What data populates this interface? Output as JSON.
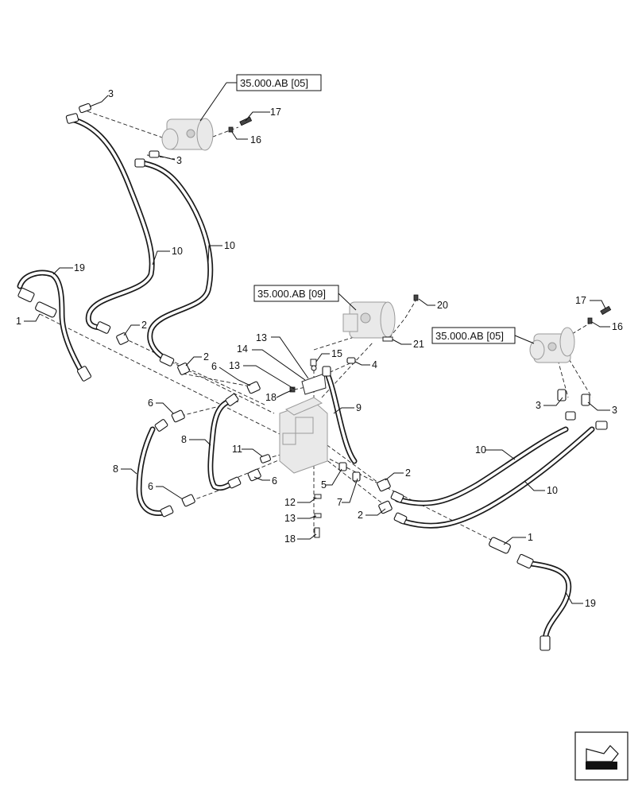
{
  "references": {
    "ref_top": "35.000.AB [05]",
    "ref_mid": "35.000.AB [09]",
    "ref_right": "35.000.AB [05]"
  },
  "callouts": {
    "c3_top": "3",
    "c17_top": "17",
    "c16_top": "16",
    "c3_mid": "3",
    "c10_a": "10",
    "c10_b": "10",
    "c19_left": "19",
    "c1_left": "1",
    "c2_a": "2",
    "c2_b": "2",
    "c6_a": "6",
    "c6_b": "6",
    "c6_c": "6",
    "c6_d": "6",
    "c8_a": "8",
    "c8_b": "8",
    "c13_a": "13",
    "c13_b": "13",
    "c14": "14",
    "c15": "15",
    "c4": "4",
    "c18_a": "18",
    "c9": "9",
    "c11": "11",
    "c5": "5",
    "c7": "7",
    "c12": "12",
    "c13_c": "13",
    "c18_b": "18",
    "c20": "20",
    "c21": "21",
    "c17_right": "17",
    "c16_right": "16",
    "c3_r1": "3",
    "c3_r2": "3",
    "c10_r1": "10",
    "c10_r2": "10",
    "c2_c": "2",
    "c2_d": "2",
    "c1_right": "1",
    "c19_right": "19"
  },
  "icons": {
    "corner": "page-corner-icon"
  }
}
